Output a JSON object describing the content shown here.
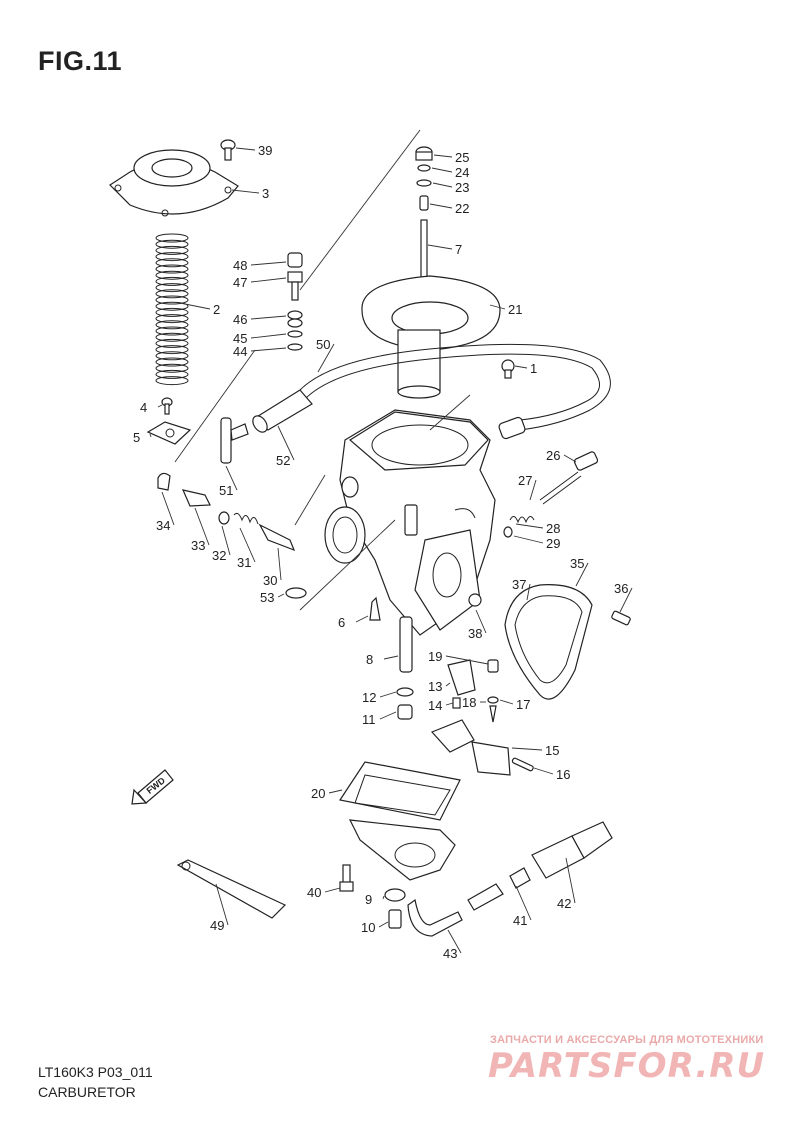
{
  "figure": {
    "title": "FIG.11",
    "model_code": "LT160K3  P03_011",
    "section_name": "CARBURETOR",
    "fwd_badge": "FWD"
  },
  "watermark": {
    "tagline": "ЗАПЧАСТИ И АКСЕССУАРЫ ДЛЯ МОТОТЕХНИКИ",
    "site": "PARTSFOR.RU"
  },
  "callouts": {
    "p1": "1",
    "p2": "2",
    "p3": "3",
    "p4": "4",
    "p5": "5",
    "p6": "6",
    "p7": "7",
    "p8": "8",
    "p9": "9",
    "p10": "10",
    "p11": "11",
    "p12": "12",
    "p13": "13",
    "p14": "14",
    "p15": "15",
    "p16": "16",
    "p17": "17",
    "p18": "18",
    "p19": "19",
    "p20": "20",
    "p21": "21",
    "p22": "22",
    "p23": "23",
    "p24": "24",
    "p25": "25",
    "p26": "26",
    "p27": "27",
    "p28": "28",
    "p29": "29",
    "p30": "30",
    "p31": "31",
    "p32": "32",
    "p33": "33",
    "p34": "34",
    "p35": "35",
    "p36": "36",
    "p37": "37",
    "p38": "38",
    "p39": "39",
    "p40": "40",
    "p41": "41",
    "p42": "42",
    "p43": "43",
    "p44": "44",
    "p45": "45",
    "p46": "46",
    "p47": "47",
    "p48": "48",
    "p49": "49",
    "p50": "50",
    "p51": "51",
    "p52": "52",
    "p53": "53"
  }
}
